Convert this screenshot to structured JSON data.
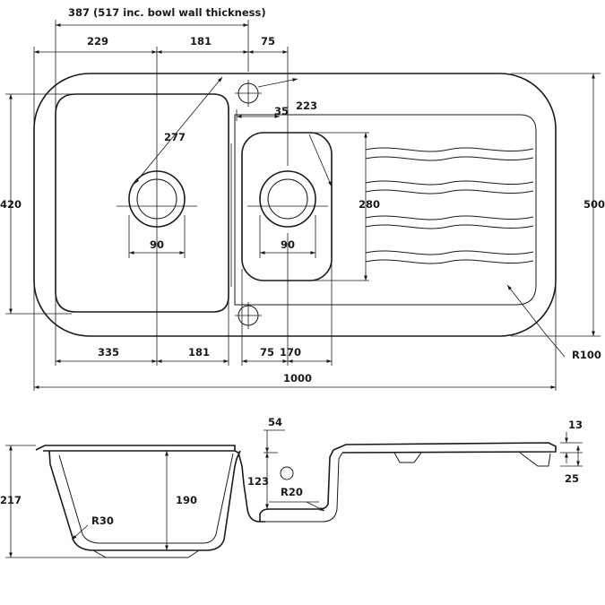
{
  "top_view": {
    "dims": {
      "bowl_width_wall": "387 (517 inc. bowl wall thickness)",
      "d229": "229",
      "d181_top": "181",
      "d75_top": "75",
      "d35": "35",
      "d223": "223",
      "d277": "277",
      "d420": "420",
      "d500": "500",
      "d280": "280",
      "d90_left": "90",
      "d90_right": "90",
      "d335": "335",
      "d181_bottom": "181",
      "d75_bottom": "75",
      "d170": "170",
      "r100": "R100",
      "d1000": "1000"
    }
  },
  "section_view": {
    "dims": {
      "d54": "54",
      "d13": "13",
      "d217": "217",
      "d190": "190",
      "d123": "123",
      "r20": "R20",
      "d25": "25",
      "r30": "R30"
    }
  }
}
